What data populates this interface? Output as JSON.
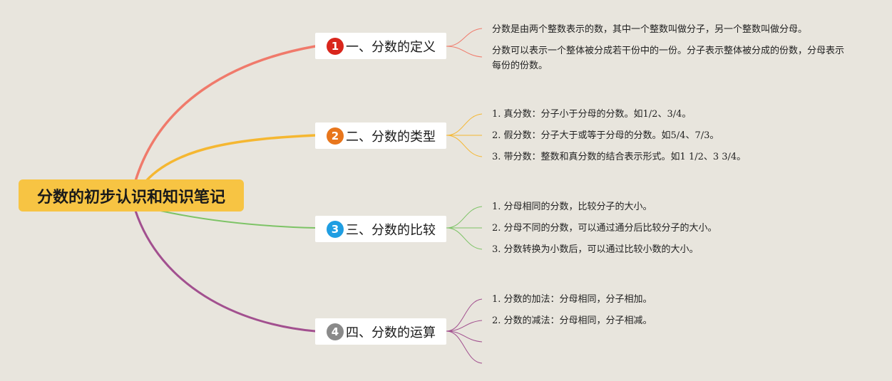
{
  "root": {
    "title": "分数的初步认识和知识笔记",
    "color": "#f7c443"
  },
  "branches": [
    {
      "number": "1",
      "badge_color": "#d9261c",
      "line_color": "#f07a6b",
      "title": "一、分数的定义",
      "notes": [
        "分数是由两个整数表示的数，其中一个整数叫做分子，另一个整数叫做分母。",
        "分数可以表示一个整体被分成若干份中的一份。分子表示整体被分成的份数，分母表示每份的份数。"
      ]
    },
    {
      "number": "2",
      "badge_color": "#e8761c",
      "line_color": "#f5b731",
      "title": "二、分数的类型",
      "notes": [
        "1. 真分数：分子小于分母的分数。如1/2、3/4。",
        "2. 假分数：分子大于或等于分母的分数。如5/4、7/3。",
        "3. 带分数：整数和真分数的结合表示形式。如1 1/2、3 3/4。"
      ]
    },
    {
      "number": "3",
      "badge_color": "#1f9ee2",
      "line_color": "#7cc365",
      "title": "三、分数的比较",
      "notes": [
        "1. 分母相同的分数，比较分子的大小。",
        "2. 分母不同的分数，可以通过通分后比较分子的大小。",
        "3. 分数转换为小数后，可以通过比较小数的大小。"
      ]
    },
    {
      "number": "4",
      "badge_color": "#8a8a8a",
      "line_color": "#a2508f",
      "title": "四、分数的运算",
      "notes": [
        "1. 分数的加法：分母相同，分子相加。",
        "2. 分数的减法：分母相同，分子相减。"
      ]
    }
  ]
}
